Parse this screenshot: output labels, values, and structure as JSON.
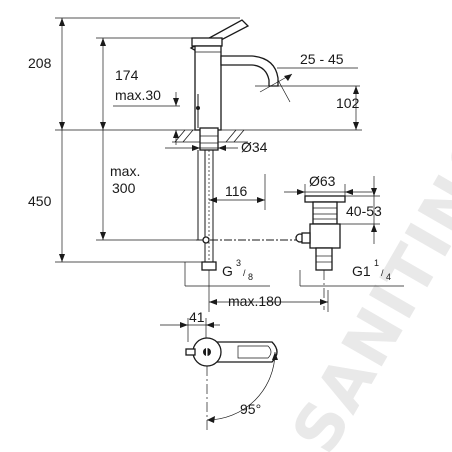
{
  "watermark": "SANITINO",
  "dimensions": {
    "d208": "208",
    "d174": "174",
    "d_max30": "max.30",
    "d450": "450",
    "d_max": "max.",
    "d300": "300",
    "d25_45": "25 - 45",
    "d102": "102",
    "d34": "Ø34",
    "d116": "116",
    "d63": "Ø63",
    "d40_53": "40-53",
    "g38_main": "G",
    "g38_sup": "3",
    "g38_sub": "8",
    "g114_main": "G1",
    "g114_sup": "1",
    "g114_sub": "4",
    "d_max180": "max.180",
    "d41": "41",
    "d95": "95°"
  }
}
